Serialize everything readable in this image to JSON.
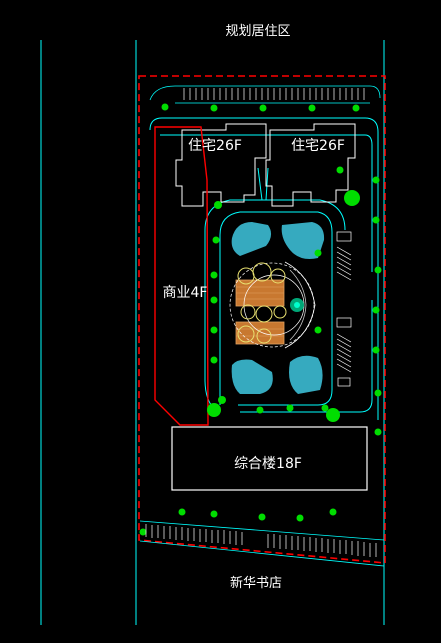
{
  "labels": {
    "top_area": "规划居住区",
    "bottom_area": "新华书店",
    "res_left": "住宅26F",
    "res_right": "住宅26F",
    "commercial": "商业4F",
    "complex": "综合楼18F"
  },
  "colors": {
    "background": "#000000",
    "road_line": "#00ffff",
    "boundary": "#ff0000",
    "building": "#ffffff",
    "tree": "#00dd00",
    "water": "#40c8e0",
    "wood": "#c87830"
  }
}
